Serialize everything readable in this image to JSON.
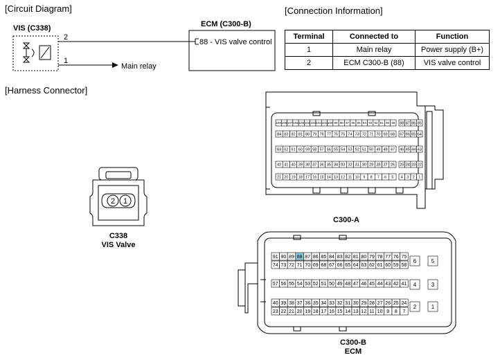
{
  "sections": {
    "circuit_diagram": "[Circuit Diagram]",
    "connection_information": "[Connection Information]",
    "harness_connector": "[Harness Connector]"
  },
  "circuit": {
    "vis_label": "VIS (C338)",
    "ecm_label": "ECM (C300-B)",
    "pin2": "2",
    "pin1": "1",
    "ecm_pin_text": "88 - VIS valve control",
    "main_relay": "Main relay"
  },
  "connection_table": {
    "headers": [
      "Terminal",
      "Connected to",
      "Function"
    ],
    "rows": [
      [
        "1",
        "Main relay",
        "Power supply (B+)"
      ],
      [
        "2",
        "ECM C300-B (88)",
        "VIS valve control"
      ]
    ]
  },
  "vis_connector": {
    "pins": [
      "2",
      "1"
    ],
    "name": "C338",
    "desc": "VIS Valve"
  },
  "c300a": {
    "label": "C300-A",
    "left_rows": [
      [
        "109",
        "108",
        "107",
        "106",
        "105",
        "104",
        "103",
        "102",
        "101",
        "100",
        "99",
        "98",
        "97",
        "96",
        "95",
        "94",
        "93",
        "92",
        "91",
        "90",
        "89"
      ],
      [
        "84",
        "83",
        "82",
        "81",
        "80",
        "79",
        "78",
        "77",
        "76",
        "75",
        "74",
        "73",
        "72",
        "71",
        "70",
        "69",
        "68"
      ],
      [
        "63",
        "62",
        "61",
        "60",
        "59",
        "58",
        "57",
        "56",
        "55",
        "54",
        "53",
        "52",
        "51",
        "50",
        "49",
        "48",
        "47"
      ],
      [
        "42",
        "41",
        "40",
        "39",
        "38",
        "37",
        "36",
        "35",
        "34",
        "33",
        "32",
        "31",
        "30",
        "29",
        "28",
        "27",
        "26"
      ],
      [
        "21",
        "20",
        "19",
        "18",
        "17",
        "16",
        "15",
        "14",
        "13",
        "12",
        "11",
        "10",
        "9",
        "8",
        "7",
        "6",
        "5"
      ]
    ],
    "right_rows": [
      [
        "88",
        "87",
        "86",
        "85"
      ],
      [
        "67",
        "66",
        "65",
        "64"
      ],
      [
        "46",
        "45",
        "44",
        "43"
      ],
      [
        "25",
        "24",
        "23",
        "22"
      ],
      [
        "4",
        "3",
        "2",
        "1"
      ]
    ]
  },
  "c300b": {
    "label": "C300-B",
    "sublabel": "ECM",
    "highlight_pin": "88",
    "highlight_color": "#8fc7d6",
    "left_rows": [
      [
        "91",
        "90",
        "89",
        "88",
        "87",
        "86",
        "85",
        "84",
        "83",
        "82",
        "81",
        "80",
        "79",
        "78",
        "77",
        "76",
        "75"
      ],
      [
        "74",
        "73",
        "72",
        "71",
        "70",
        "69",
        "68",
        "67",
        "66",
        "65",
        "64",
        "63",
        "62",
        "61",
        "60",
        "59",
        "58"
      ],
      [
        "57",
        "56",
        "55",
        "54",
        "53",
        "52",
        "51",
        "50",
        "49",
        "48",
        "47",
        "46",
        "45",
        "44",
        "43",
        "42",
        "41"
      ],
      [
        "40",
        "39",
        "38",
        "37",
        "36",
        "35",
        "34",
        "33",
        "32",
        "31",
        "30",
        "29",
        "28",
        "27",
        "26",
        "25",
        "24"
      ],
      [
        "23",
        "22",
        "21",
        "20",
        "19",
        "18",
        "17",
        "16",
        "15",
        "14",
        "13",
        "12",
        "11",
        "10",
        "9",
        "8",
        "7"
      ]
    ],
    "right_pins": [
      [
        "6",
        "5"
      ],
      [
        "4",
        "3"
      ],
      [
        "2",
        "1"
      ]
    ]
  }
}
